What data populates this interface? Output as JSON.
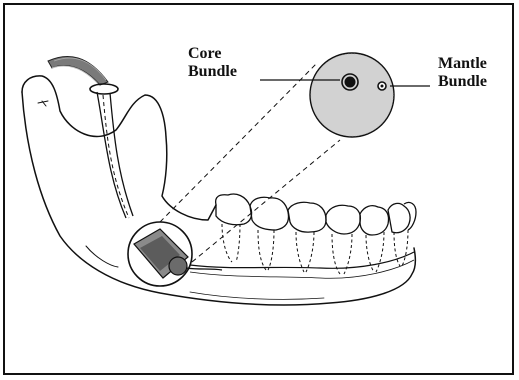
{
  "labels": {
    "core": [
      "Core",
      "Bundle"
    ],
    "mantle": [
      "Mantle",
      "Bundle"
    ]
  },
  "colors": {
    "ink": "#111111",
    "shade": "#6b6b6b",
    "circle_fill": "#cfcfcf"
  }
}
